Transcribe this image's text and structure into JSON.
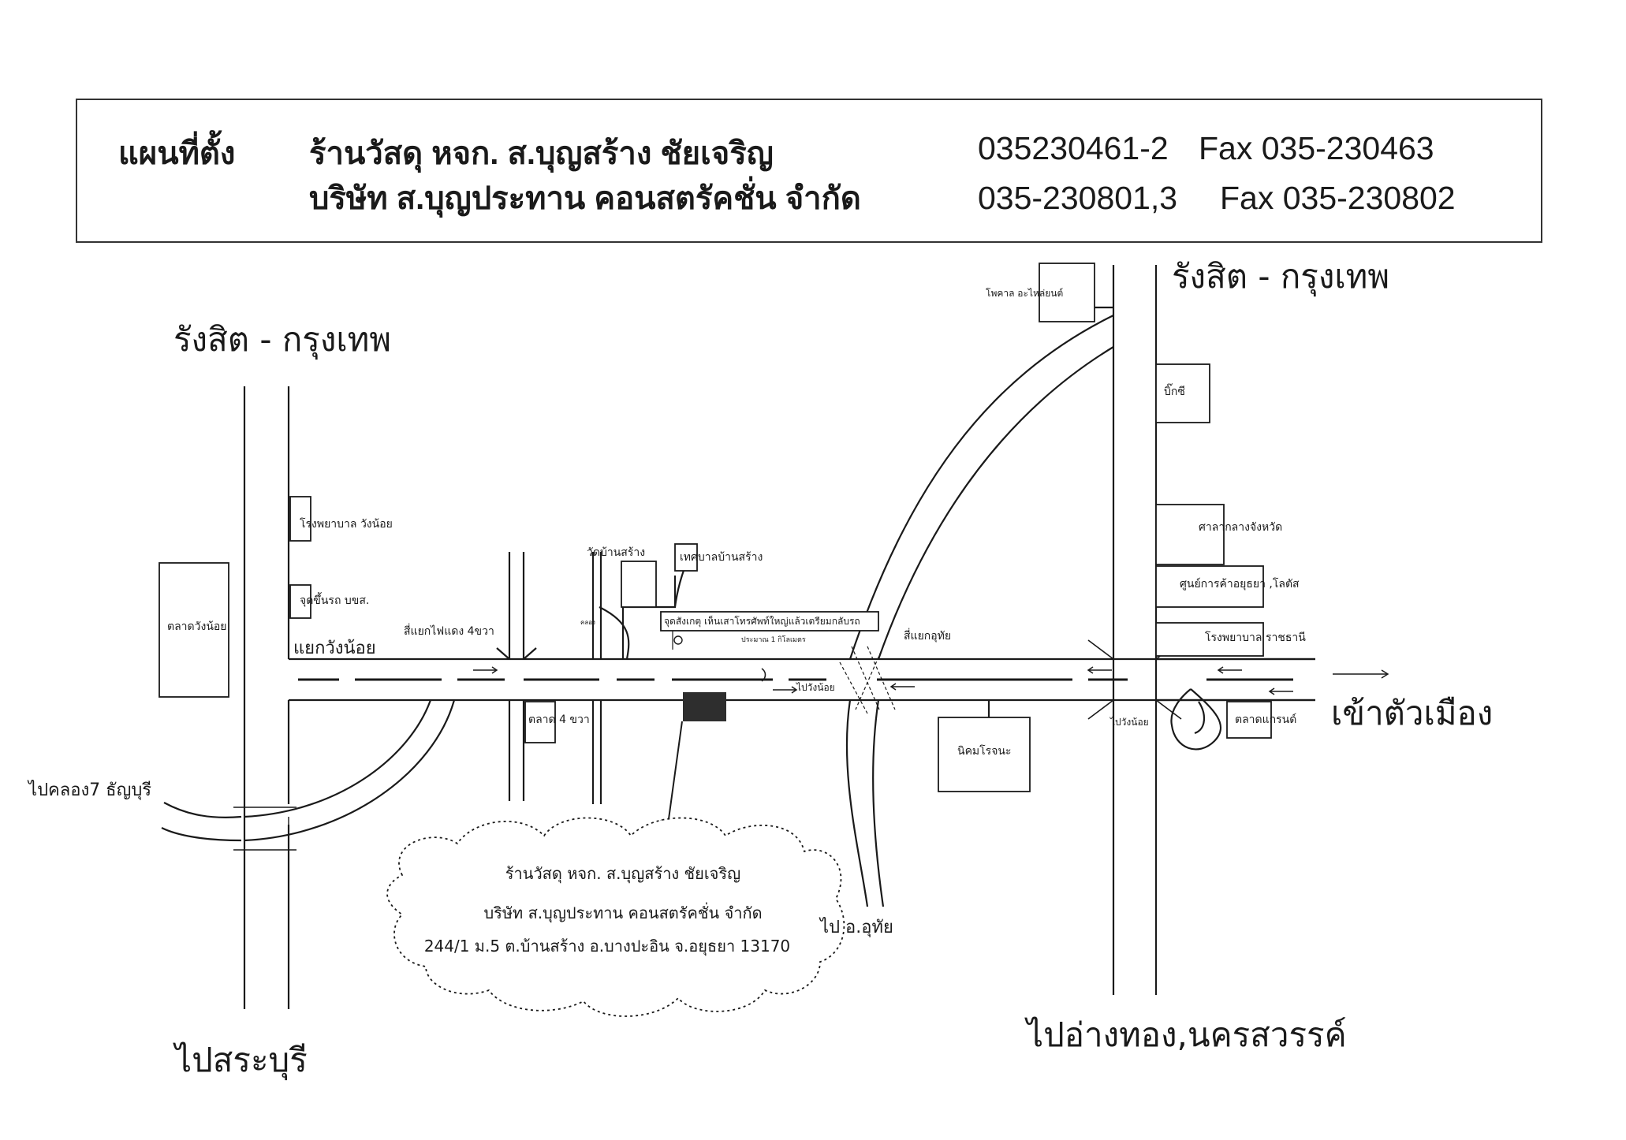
{
  "header": {
    "map_title": "แผนที่ตั้ง",
    "shop_name": "ร้านวัสดุ หจก. ส.บุญสร้าง ชัยเจริญ",
    "shop_phone": "035230461-2",
    "shop_fax": "Fax  035-230463",
    "company_name": "บริษัท ส.บุญประทาน คอนสตรัคชั่น จำกัด",
    "company_phone": "035-230801,3",
    "company_fax": "Fax 035-230802"
  },
  "directions": {
    "left_top": "รังสิต - กรุงเทพ",
    "right_top": "รังสิต - กรุงเทพ",
    "left_bottom": "ไปสระบุรี",
    "right_bottom": "ไปอ่างทอง,นครสวรรค์",
    "east": "เข้าตัวเมือง",
    "west_klong7": "ไปคลอง7 ธัญบุรี",
    "to_uthai": "ไป อ.อุทัย"
  },
  "landmarks": {
    "hospital_wangnoi": "โรงพยาบาล วังน้อย",
    "bus_stop": "จุดขึ้นรถ บขส.",
    "market_wangnoi": "ตลาดวังน้อย",
    "junction_wangnoi": "แยกวังน้อย",
    "four_way_light": "สี่แยกไฟแดง 4ขวา",
    "wat_bansang": "วัดบ้านสร้าง",
    "municipality": "เทศบาลบ้านสร้าง",
    "meeting_point": "จุดสังเกตุ เห็นเสาโทรศัพท์ใหญ่แล้วเตรียมกลับรถ",
    "distance_note": "ประมาณ 1 กิโลเมตร",
    "market_4": "ตลาด 4 ขวา",
    "uturn_wangnoi": "ไปวังน้อย",
    "junction_uthai": "สี่แยกอุทัย",
    "toyota_garage": "โพคาล อะไหล่ยนต์",
    "big_c": "บิ๊กซี",
    "provincial_hall": "ศาลากลางจังหวัด",
    "ayutthaya_center": "ศูนย์การค้าอยุธยา ,โลตัส",
    "hospital_ratchathani": "โรงพยาบาล ราชธานี",
    "industrial_estate": "นิคมโรจนะ",
    "uturn_wangnoi_2": "ไปวังน้อย",
    "market_grand": "ตลาดแกรนด์",
    "small_label": "คลอง"
  },
  "cloud": {
    "line1": "ร้านวัสดุ หจก. ส.บุญสร้าง ชัยเจริญ",
    "line2": "บริษัท ส.บุญประทาน คอนสตรัคชั่น จำกัด",
    "line3": "244/1 ม.5 ต.บ้านสร้าง  อ.บางปะอิน จ.อยุธยา 13170"
  },
  "colors": {
    "ink": "#1a1a1a",
    "paper": "#ffffff",
    "marker": "#2e2e2e"
  }
}
